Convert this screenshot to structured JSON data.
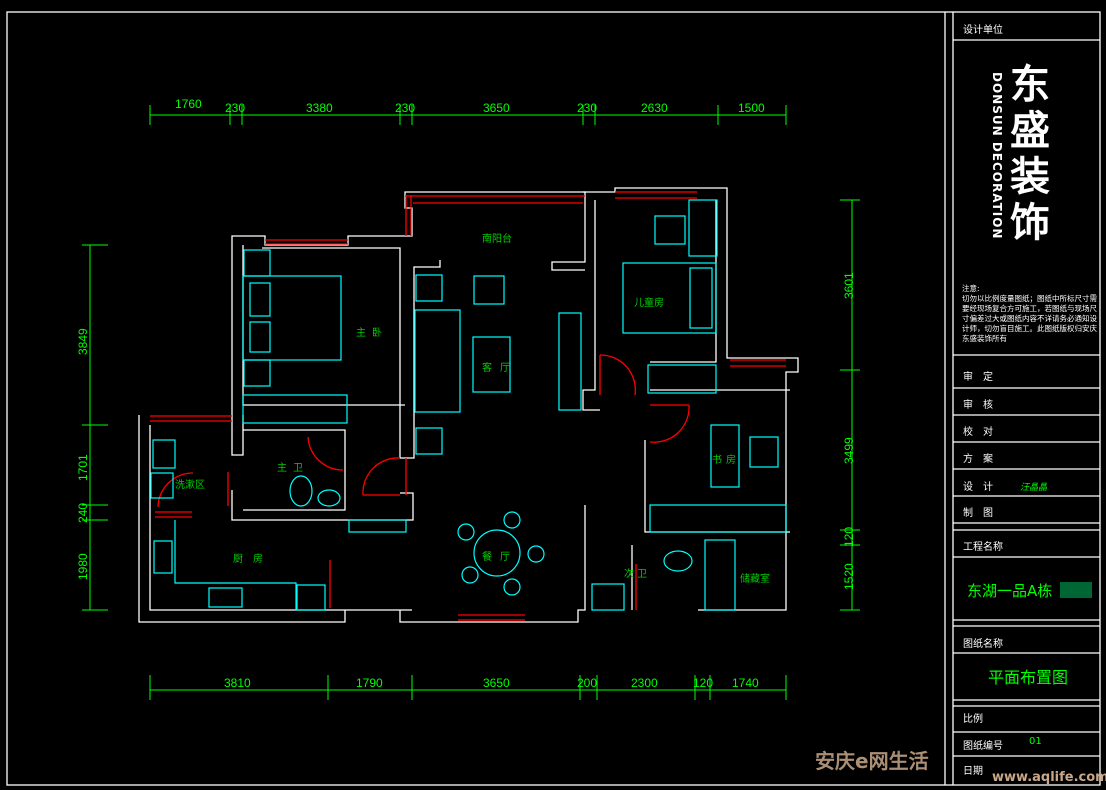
{
  "plan": {
    "dims_top": [
      "1760",
      "230",
      "3380",
      "230",
      "3650",
      "230",
      "2630",
      "1500"
    ],
    "dims_bottom": [
      "3810",
      "1790",
      "3650",
      "200",
      "2300",
      "120",
      "1740"
    ],
    "dims_left": [
      "3849",
      "1701",
      "240",
      "1980"
    ],
    "dims_right": [
      "3601",
      "3499",
      "120",
      "1520"
    ],
    "rooms": {
      "south_balcony": "南阳台",
      "master_bedroom": "主卧",
      "living_room": "客厅",
      "master_bath": "主卫",
      "wash_area": "洗漱区",
      "kitchen": "厨房",
      "dining": "餐厅",
      "kids_room": "儿童房",
      "study": "书房",
      "second_bath": "次卫",
      "storage": "储藏室"
    }
  },
  "title_block": {
    "design_unit": "设计单位",
    "logo_cn": "东盛装饰",
    "logo_en": "DONSUN DECORATION",
    "notes_title": "注意:",
    "notes": "切勿以比例度量图纸；图纸中所标尺寸需要经现场复合方可施工，若图纸与现场尺寸偏差过大或图纸内容不详请务必通知设计师，切勿盲目施工。此图纸版权归安庆东盛装饰所有",
    "rows": [
      {
        "label": "审　定",
        "value": ""
      },
      {
        "label": "审　核",
        "value": ""
      },
      {
        "label": "校　对",
        "value": ""
      },
      {
        "label": "方　案",
        "value": ""
      },
      {
        "label": "设　计",
        "value": "汪晶晶"
      },
      {
        "label": "制　图",
        "value": ""
      }
    ],
    "project_label": "工程名称",
    "project_name": "东湖一品A栋",
    "drawing_label": "图纸名称",
    "drawing_name": "平面布置图",
    "scale_label": "比例",
    "number_label": "图纸编号",
    "number_value": "01",
    "date_label": "日期"
  },
  "watermark": {
    "text": "安庆e网生活",
    "url": "www.aqlife.com"
  },
  "colors": {
    "wall": "#ffffff",
    "window": "#ff0000",
    "furniture": "#00ffff",
    "dim": "#00ff00"
  }
}
